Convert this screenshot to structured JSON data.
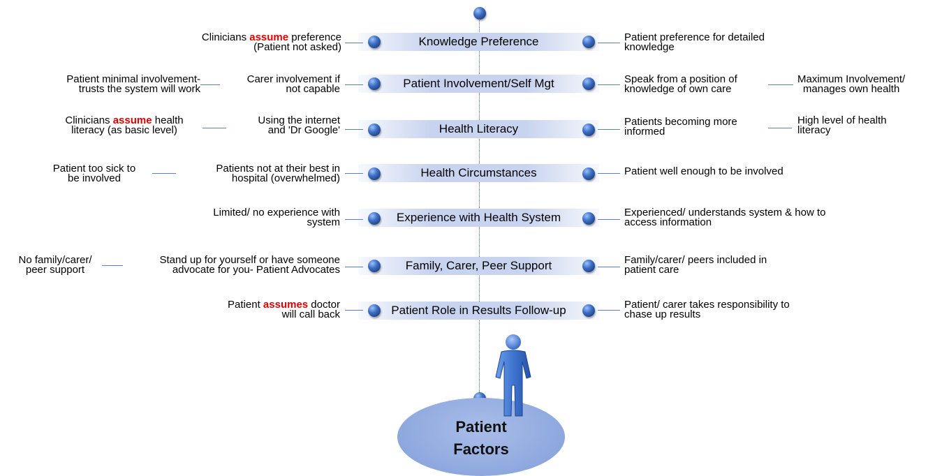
{
  "center": {
    "title": "Patient\nFactors"
  },
  "factors": [
    {
      "label": "Knowledge Preference",
      "left": [
        {
          "parts": [
            "Clinicians ",
            "assume",
            " preference\n(Patient not asked)"
          ]
        }
      ],
      "right": [
        {
          "parts": [
            "Patient preference for detailed\nknowledge"
          ]
        }
      ]
    },
    {
      "label": "Patient Involvement/Self Mgt",
      "left": [
        {
          "parts": [
            "Patient minimal involvement-\ntrusts the system will work"
          ]
        },
        {
          "parts": [
            "Carer involvement if\nnot capable"
          ]
        }
      ],
      "right": [
        {
          "parts": [
            "Speak from a position of\nknowledge of own care"
          ]
        },
        {
          "parts": [
            "Maximum Involvement/\nmanages own health"
          ]
        }
      ]
    },
    {
      "label": "Health Literacy",
      "left": [
        {
          "parts": [
            "Clinicians ",
            "assume",
            " health\nliteracy (as basic level)"
          ]
        },
        {
          "parts": [
            "Using the internet\nand 'Dr Google'"
          ]
        }
      ],
      "right": [
        {
          "parts": [
            "Patients becoming more\ninformed"
          ]
        },
        {
          "parts": [
            "High level of health\nliteracy"
          ]
        }
      ]
    },
    {
      "label": "Health Circumstances",
      "left": [
        {
          "parts": [
            "Patient too sick to\nbe involved"
          ]
        },
        {
          "parts": [
            "Patients not at their best in\nhospital (overwhelmed)"
          ]
        }
      ],
      "right": [
        {
          "parts": [
            "Patient well enough to be involved"
          ]
        }
      ]
    },
    {
      "label": "Experience with Health System",
      "left": [
        {
          "parts": [
            "Limited/ no experience with\nsystem"
          ]
        }
      ],
      "right": [
        {
          "parts": [
            "Experienced/ understands system & how to\naccess information"
          ]
        }
      ]
    },
    {
      "label": "Family, Carer, Peer Support",
      "left": [
        {
          "parts": [
            "No family/carer/\npeer support"
          ]
        },
        {
          "parts": [
            "Stand up for yourself or have someone\nadvocate for you- Patient Advocates"
          ]
        }
      ],
      "right": [
        {
          "parts": [
            "Family/carer/ peers included in\npatient care"
          ]
        }
      ]
    },
    {
      "label": "Patient Role in Results Follow-up",
      "left": [
        {
          "parts": [
            "Patient ",
            "assumes",
            " doctor\nwill call back"
          ]
        }
      ],
      "right": [
        {
          "parts": [
            "Patient/ carer takes responsibility to\nchase up results"
          ]
        }
      ]
    }
  ],
  "colors": {
    "highlight": "#e00000",
    "band": "#c8d4ef",
    "dot": "#3d6fc4",
    "ellipse": "#8ea8de"
  }
}
